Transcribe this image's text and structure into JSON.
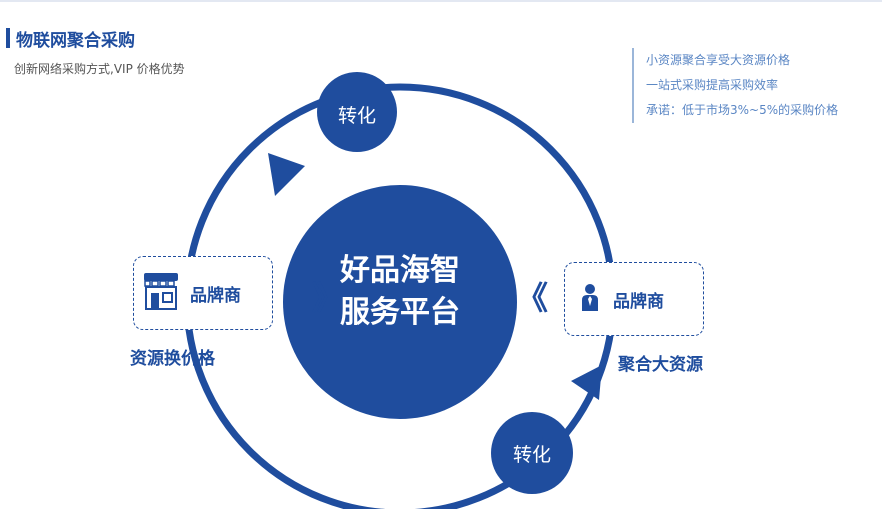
{
  "header": {
    "title": "物联网聚合采购",
    "subtitle": "创新网络采购方式,VIP 价格优势"
  },
  "benefits": [
    "小资源聚合享受大资源价格",
    "一站式采购提高采购效率",
    "承诺：低于市场3%~5%的采购价格"
  ],
  "center": {
    "line1": "好品海智",
    "line2": "服务平台"
  },
  "cycle": {
    "top_badge": "转化",
    "bottom_badge": "转化"
  },
  "left_node": {
    "label": "品牌商",
    "caption": "资源换价格",
    "icon": "storefront-icon"
  },
  "right_node": {
    "label": "品牌商",
    "caption": "聚合大资源",
    "icon": "businessman-icon"
  },
  "chevrons": {
    "left": "》",
    "right": "《"
  },
  "colors": {
    "primary": "#1f4d9e",
    "benefit_text": "#5a86c4",
    "subtitle_text": "#555555"
  }
}
